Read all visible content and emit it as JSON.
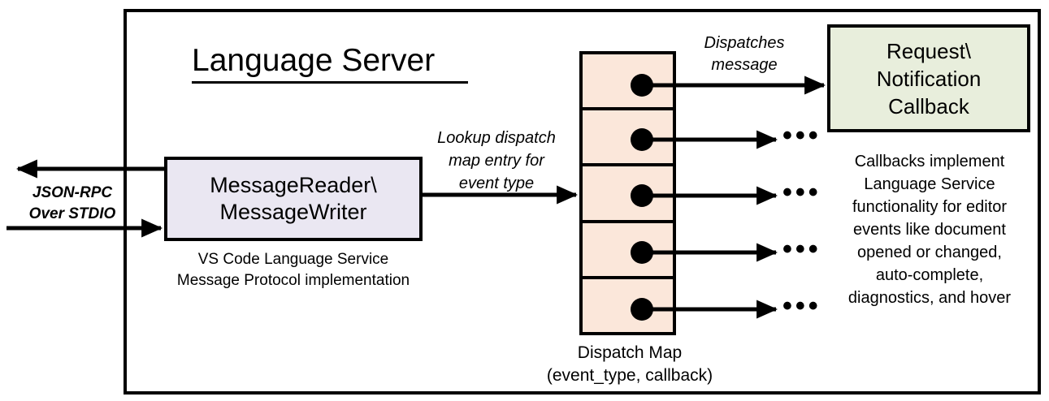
{
  "diagram": {
    "title": "Language Server",
    "io_label": "JSON-RPC\nOver STDIO",
    "io_label_line1": "JSON-RPC",
    "io_label_line2": "Over STDIO",
    "message_box": {
      "line1": "MessageReader\\",
      "line2": "MessageWriter",
      "caption_line1": "VS Code Language Service",
      "caption_line2": "Message Protocol implementation"
    },
    "lookup_label": {
      "line1": "Lookup dispatch",
      "line2": "map entry for",
      "line3": "event type"
    },
    "dispatches_label": {
      "line1": "Dispatches",
      "line2": "message"
    },
    "dispatch_map": {
      "caption_line1": "Dispatch Map",
      "caption_line2": "(event_type, callback)",
      "rows": [
        {
          "index": 1,
          "marker": "callback-dot"
        },
        {
          "index": 2,
          "marker": "callback-dot"
        },
        {
          "index": 3,
          "marker": "callback-dot"
        },
        {
          "index": 4,
          "marker": "callback-dot"
        },
        {
          "index": 5,
          "marker": "callback-dot"
        }
      ]
    },
    "callback_box": {
      "line1": "Request\\",
      "line2": "Notification",
      "line3": "Callback",
      "caption_line1": "Callbacks implement",
      "caption_line2": "Language Service",
      "caption_line3": "functionality for editor",
      "caption_line4": "events like document",
      "caption_line5": "opened or changed,",
      "caption_line6": "auto-complete,",
      "caption_line7": "diagnostics, and hover"
    },
    "ellipses": [
      "•••",
      "•••",
      "•••",
      "•••"
    ],
    "colors": {
      "message_box_fill": "#EAE7F2",
      "dispatch_map_fill": "#FBE7DA",
      "callback_box_fill": "#E8EEDC",
      "stroke": "#000000",
      "background": "#FFFFFF"
    }
  }
}
